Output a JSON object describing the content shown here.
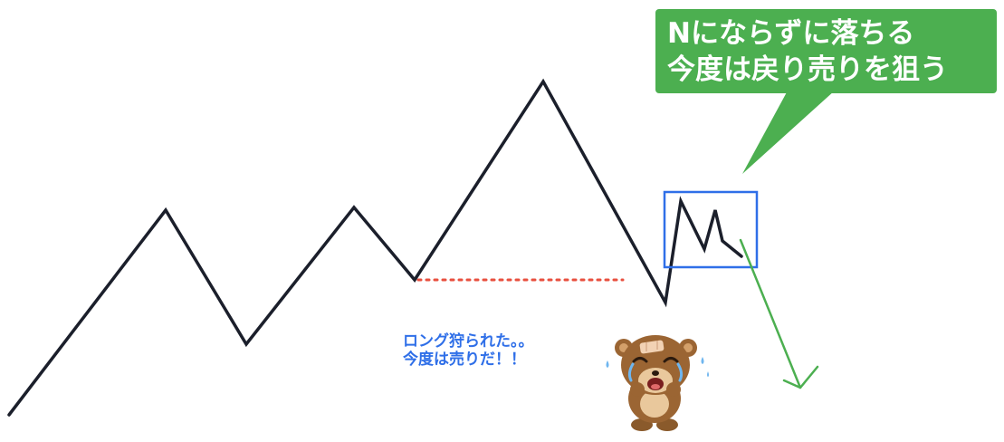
{
  "callout": {
    "line1": "Nにならずに落ちる",
    "line2": "今度は戻り売りを狙う",
    "bg_color": "#4caf50",
    "text_color": "#ffffff"
  },
  "caption": {
    "line1": "ロング狩られた。。",
    "line2": "今度は売りだ！！",
    "color": "#2f6fe8"
  },
  "colors": {
    "price_line": "#1b1f2b",
    "support_dots": "#e8503f",
    "highlight_box": "#2f6fe8",
    "down_arrow": "#4caf50"
  },
  "icons": {
    "character": "crying-bear-icon"
  }
}
